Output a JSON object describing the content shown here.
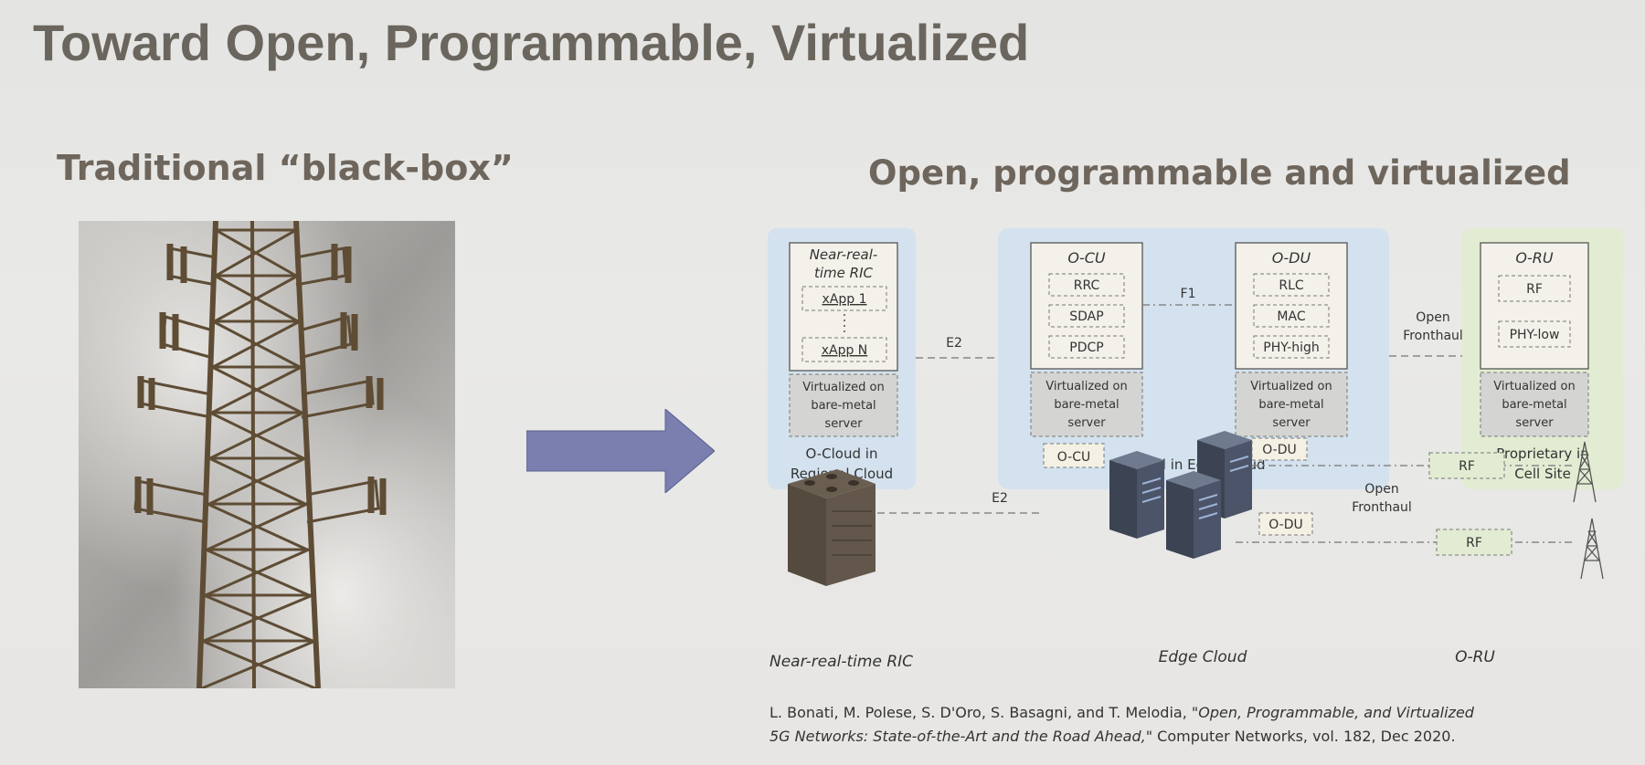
{
  "slide_title": "Toward Open, Programmable, Virtualized",
  "left_heading": "Traditional “black-box”",
  "right_heading": "Open, programmable and virtualized",
  "colors": {
    "title": "#6a665e",
    "regional_cloud_bg": "#d3e2ee",
    "edge_cloud_bg": "#d3e2ee",
    "cell_site_bg": "#e2ecd2",
    "arrow": "#7a7fb0",
    "tower": "#5e4c34"
  },
  "diagram": {
    "near_rt_ric": {
      "title_line1": "Near-real-",
      "title_line2": "time RIC",
      "xapp_first": "xApp 1",
      "xapp_last": "xApp N",
      "virt_line1": "Virtualized on",
      "virt_line2": "bare-metal",
      "virt_line3": "server",
      "caption_line1": "O-Cloud in",
      "caption_line2": "Regional Cloud"
    },
    "o_cu": {
      "title": "O-CU",
      "blocks": [
        "RRC",
        "SDAP",
        "PDCP"
      ],
      "virt_line1": "Virtualized on",
      "virt_line2": "bare-metal",
      "virt_line3": "server"
    },
    "o_du": {
      "title": "O-DU",
      "blocks": [
        "RLC",
        "MAC",
        "PHY-high"
      ],
      "virt_line1": "Virtualized on",
      "virt_line2": "bare-metal",
      "virt_line3": "server"
    },
    "edge_cloud_caption": "O-Cloud in Edge Cloud",
    "o_ru": {
      "title": "O-RU",
      "blocks": [
        "RF",
        "PHY-low"
      ],
      "virt_line1": "Virtualized on",
      "virt_line2": "bare-metal",
      "virt_line3": "server",
      "caption_line1": "Proprietary in",
      "caption_line2": "Cell Site"
    },
    "links": {
      "e2_top": "E2",
      "f1": "F1",
      "fronthaul_top_line1": "Open",
      "fronthaul_top_line2": "Fronthaul",
      "e2_bottom": "E2",
      "fronthaul_bottom_line1": "Open",
      "fronthaul_bottom_line2": "Fronthaul"
    },
    "deployment": {
      "o_cu_tag": "O-CU",
      "o_du_tag_top": "O-DU",
      "o_du_tag_bottom": "O-DU",
      "rf_top": "RF",
      "rf_bottom": "RF",
      "ric_caption": "Near-real-time RIC",
      "edge_caption": "Edge Cloud",
      "oru_caption": "O-RU"
    }
  },
  "citation": {
    "authors": "L. Bonati, M. Polese, S. D'Oro, S. Basagni, and T. Melodia, \"",
    "title_part1": "Open, Programmable, and Virtualized",
    "title_part2": "5G Networks: State-of-the-Art and the Road Ahead,",
    "venue": "\" Computer Networks, vol. 182, Dec 2020."
  }
}
